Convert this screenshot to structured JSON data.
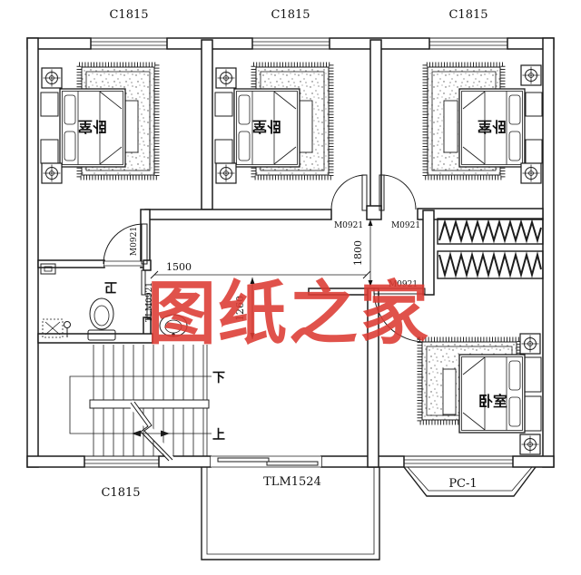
{
  "drawing": {
    "watermark": "图纸之家",
    "watermark_color": "#dc3b33",
    "windows": {
      "top1": "C1815",
      "top2": "C1815",
      "top3": "C1815",
      "bottom": "C1815"
    },
    "doors": {
      "bedroom1": "M0921",
      "bedroom2": "M0921",
      "bedroom3": "M0921",
      "bedroom4": "M0921",
      "bathroom_sliding": "TLM0921",
      "balcony_sliding": "TLM1524"
    },
    "bay_window": "PC-1",
    "rooms": {
      "bedroom1": "卧室",
      "bedroom2": "卧室",
      "bedroom3": "卧室",
      "bedroom4": "卧室",
      "bathroom": "卫"
    },
    "stairs": {
      "down": "下",
      "up": "上"
    },
    "dimensions": {
      "d1500": "1500",
      "d1800": "1800",
      "d1260": "1260"
    }
  }
}
